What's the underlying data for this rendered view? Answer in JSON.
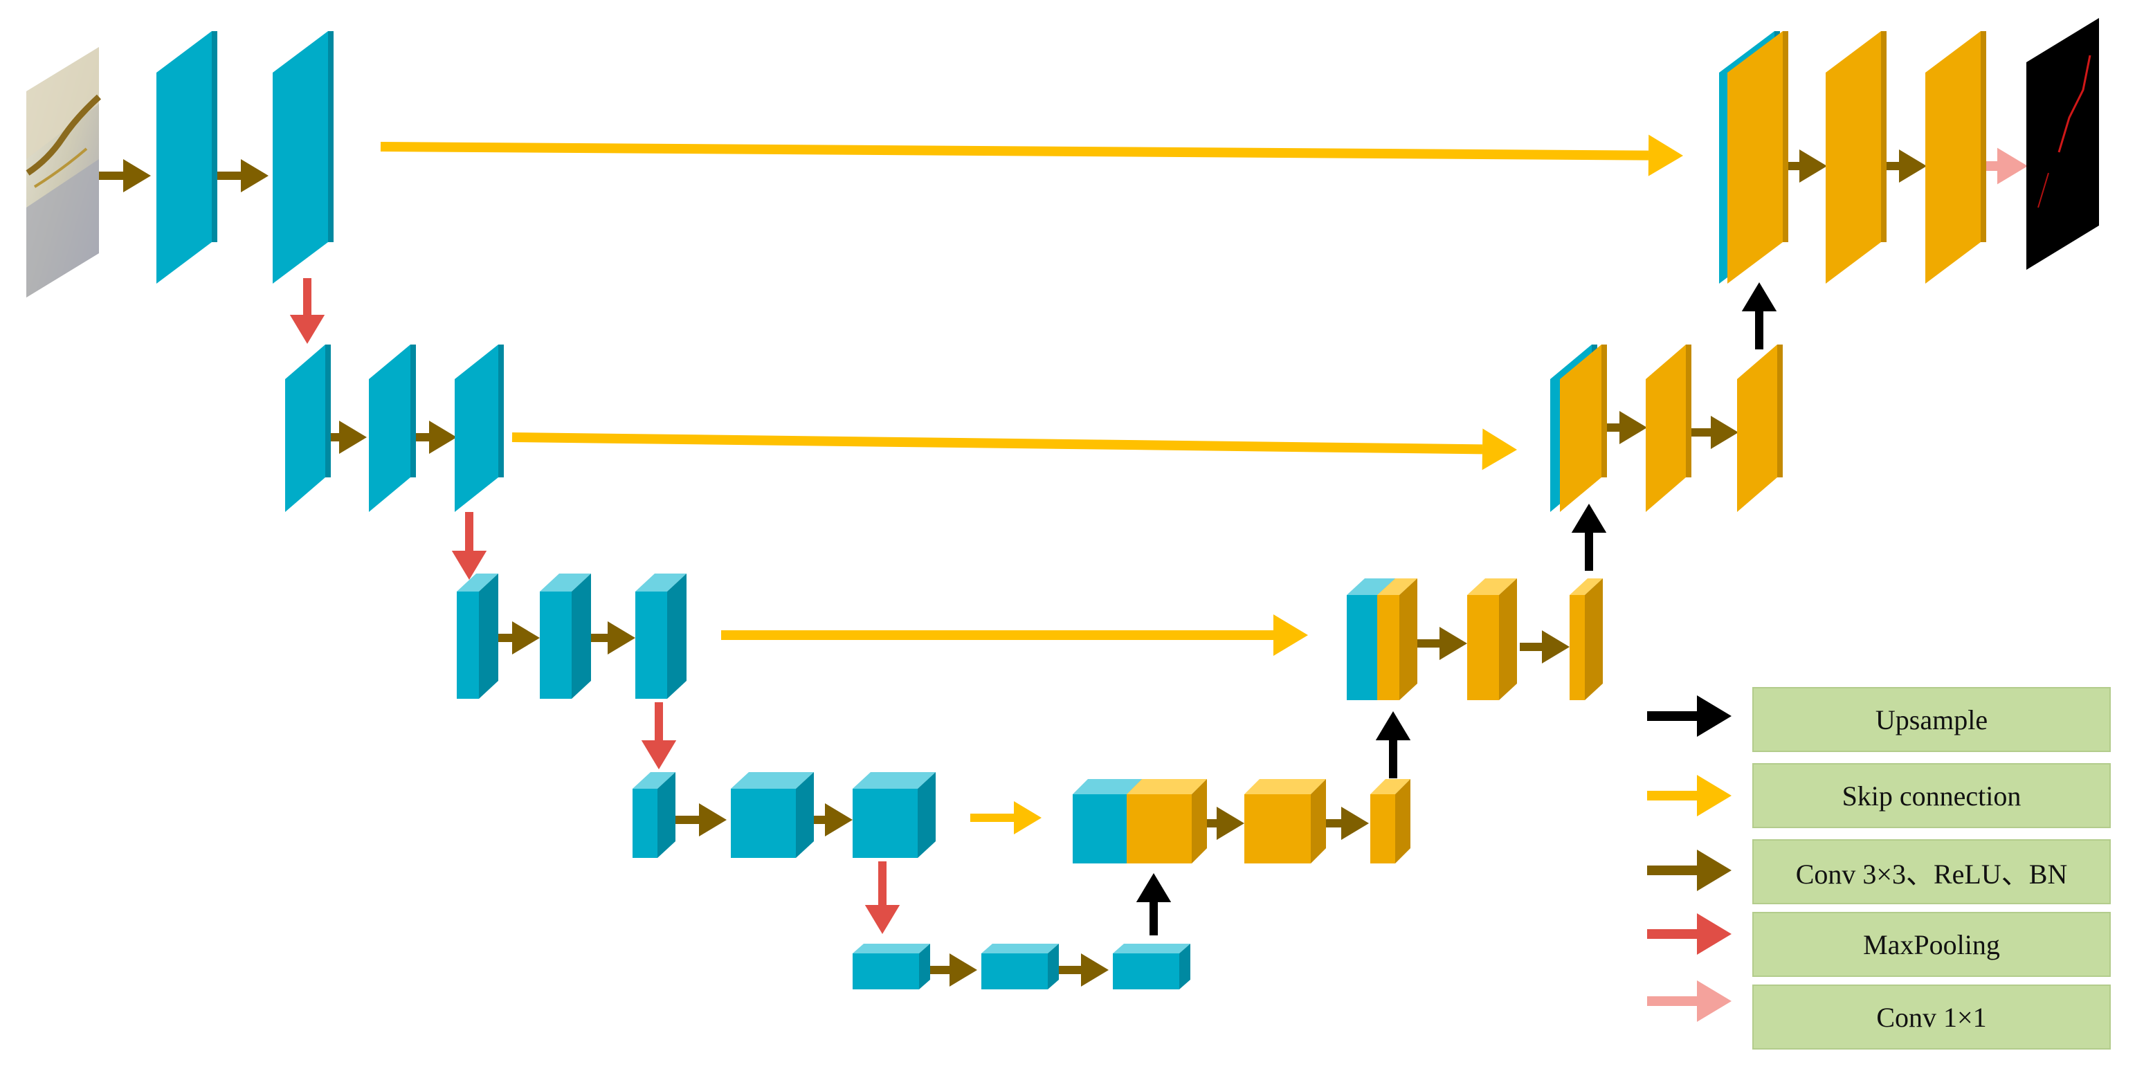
{
  "colors": {
    "encoder": "#00acc8",
    "encoder_top": "#6ed3e3",
    "encoder_side": "#0089a1",
    "decoder": "#f0aa00",
    "decoder_top": "#ffd35c",
    "decoder_side": "#c48a00",
    "upsample": "#000000",
    "skip": "#ffc000",
    "conv": "#7f5f00",
    "maxpool": "#e04e46",
    "conv1x1": "#f4a29c",
    "legend_fill": "#c5dca0"
  },
  "legend": [
    {
      "label": "Upsample",
      "arrow": "upsample"
    },
    {
      "label": "Skip connection",
      "arrow": "skip"
    },
    {
      "label": "Conv 3×3、ReLU、BN",
      "arrow": "conv"
    },
    {
      "label": "MaxPooling",
      "arrow": "maxpool"
    },
    {
      "label": "Conv 1×1",
      "arrow": "conv1x1"
    }
  ]
}
